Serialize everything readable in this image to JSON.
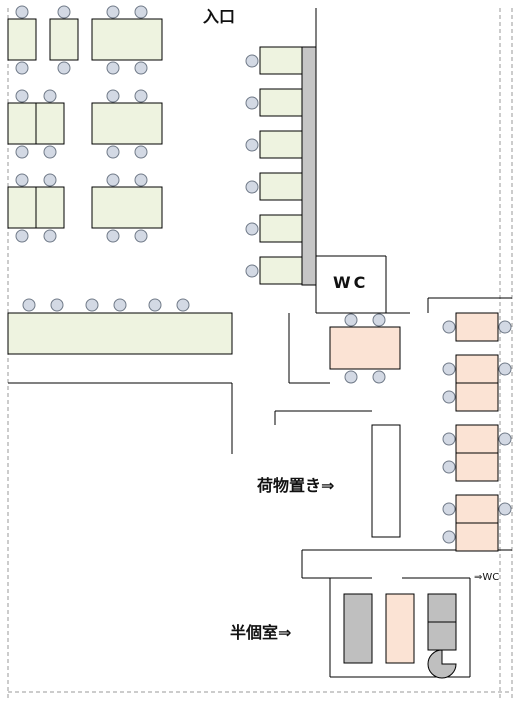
{
  "labels": {
    "entrance": "入口",
    "wc": "WC",
    "luggage": "荷物置き⇒",
    "semi_private": "半個室⇒",
    "to_wc": "⇒WC"
  },
  "colors": {
    "table_green": "#eef3e0",
    "table_pink": "#fbe3d4",
    "chair": "#d3d9e4",
    "chair_stroke": "#707a88",
    "wall": "#000000",
    "partition": "#c6c6c6",
    "grey_block": "#bfbfbf",
    "dashed_border": "#9a9a9a"
  }
}
